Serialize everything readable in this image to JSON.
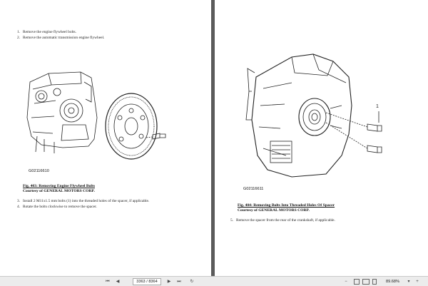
{
  "left_page": {
    "steps_top": [
      {
        "num": "1.",
        "text": "Remove the engine flywheel bolts."
      },
      {
        "num": "2.",
        "text": "Remove the automatic transmission engine flywheel."
      }
    ],
    "figure_code": "G02116610",
    "caption_title": "Fig. 403: Removing Engine Flywheel Bolts",
    "caption_credit": "Courtesy of GENERAL MOTORS CORP.",
    "steps_bottom": [
      {
        "num": "3.",
        "text": "Install 2 M11x1.5 mm bolts (1) into the threaded holes of the spacer, if applicable."
      },
      {
        "num": "4.",
        "text": "Rotate the bolts clockwise to remove the spacer."
      }
    ]
  },
  "right_page": {
    "callout_label": "1",
    "figure_code": "G02116611",
    "caption_title": "Fig. 404: Removing Bolts Into Threaded Holes Of Spacer",
    "caption_credit": "Courtesy of GENERAL MOTORS CORP.",
    "steps": [
      {
        "num": "5.",
        "text": "Remove the spacer from the rear of the crankshaft, if applicable."
      }
    ]
  },
  "statusbar": {
    "page_indicator": "3363 / 8364",
    "zoom": "89.68%",
    "first_icon": "first-page-icon",
    "prev_icon": "prev-page-icon",
    "next_icon": "next-page-icon",
    "last_icon": "last-page-icon"
  }
}
